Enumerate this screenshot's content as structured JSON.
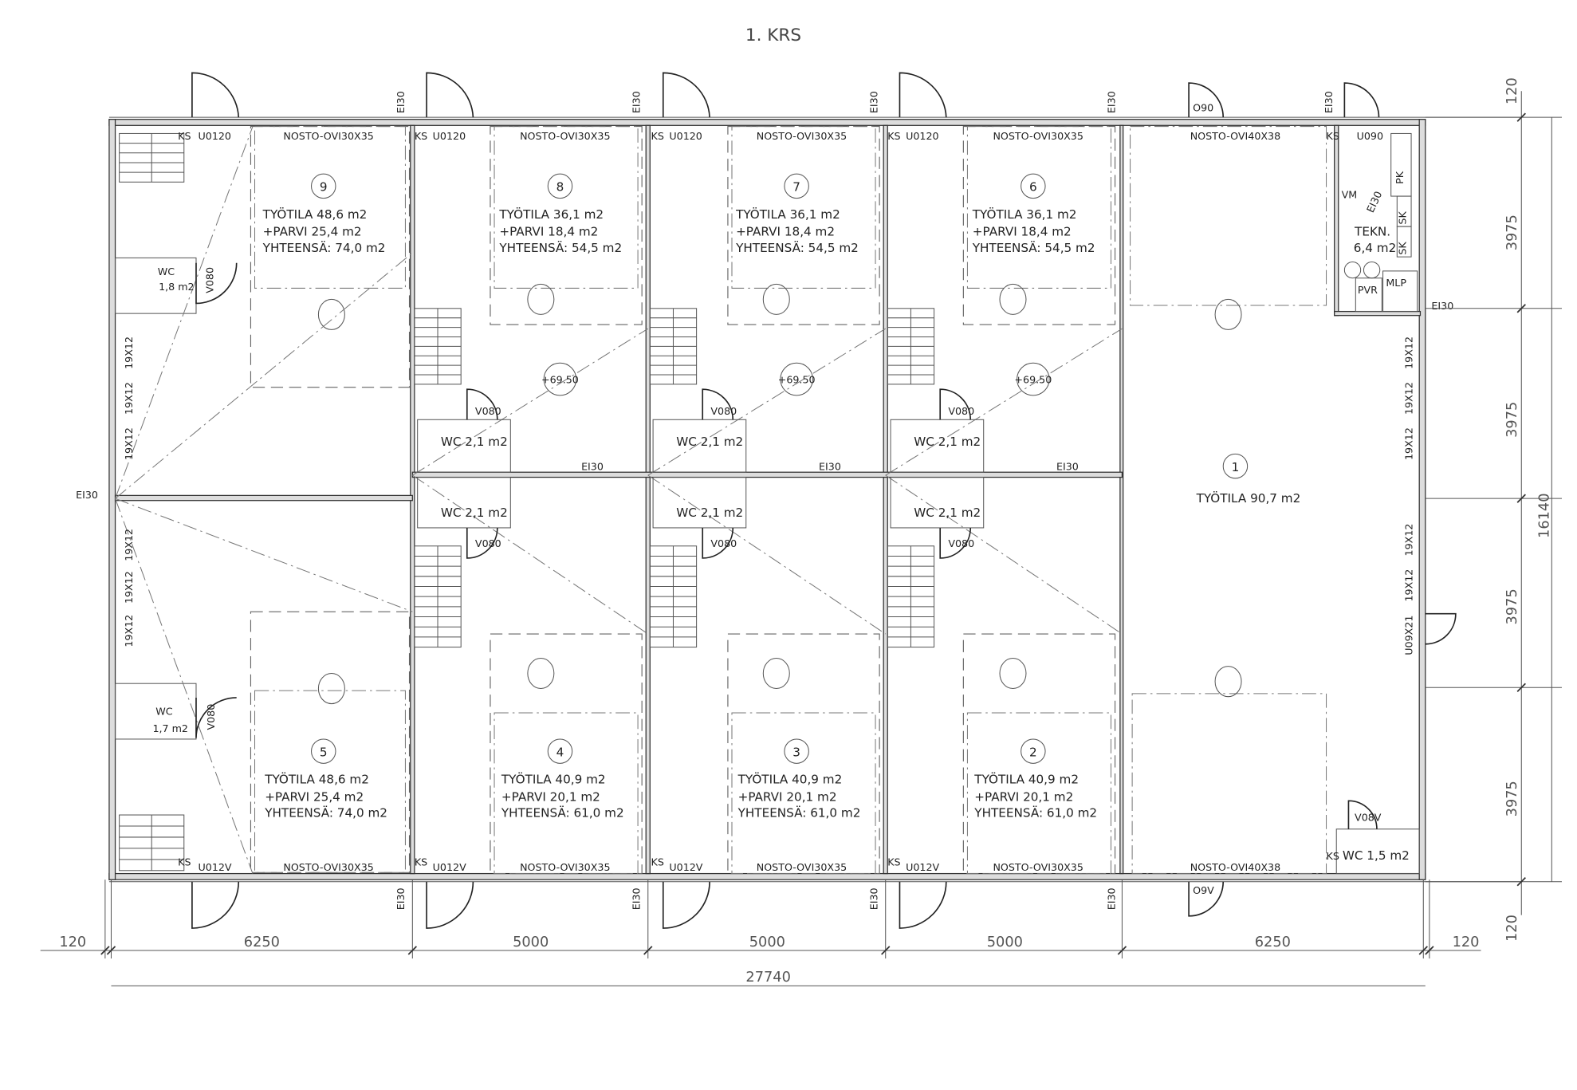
{
  "title": "1. KRS",
  "units": [
    {
      "no": "9",
      "area": "TYÖTILA 48,6 m2",
      "loft": "+PARVI 25,4 m2",
      "total": "YHTEENSÄ: 74,0 m2"
    },
    {
      "no": "8",
      "area": "TYÖTILA 36,1 m2",
      "loft": "+PARVI 18,4 m2",
      "total": "YHTEENSÄ: 54,5 m2"
    },
    {
      "no": "7",
      "area": "TYÖTILA 36,1 m2",
      "loft": "+PARVI 18,4 m2",
      "total": "YHTEENSÄ: 54,5 m2"
    },
    {
      "no": "6",
      "area": "TYÖTILA 36,1 m2",
      "loft": "+PARVI 18,4 m2",
      "total": "YHTEENSÄ: 54,5 m2"
    },
    {
      "no": "5",
      "area": "TYÖTILA 48,6 m2",
      "loft": "+PARVI 25,4 m2",
      "total": "YHTEENSÄ: 74,0 m2"
    },
    {
      "no": "4",
      "area": "TYÖTILA 40,9 m2",
      "loft": "+PARVI 20,1 m2",
      "total": "YHTEENSÄ: 61,0 m2"
    },
    {
      "no": "3",
      "area": "TYÖTILA 40,9 m2",
      "loft": "+PARVI 20,1 m2",
      "total": "YHTEENSÄ: 61,0 m2"
    },
    {
      "no": "2",
      "area": "TYÖTILA 40,9 m2",
      "loft": "+PARVI 20,1 m2",
      "total": "YHTEENSÄ: 61,0 m2"
    },
    {
      "no": "1",
      "area": "TYÖTILA 90,7 m2"
    }
  ],
  "top_doors": [
    "U0120",
    "U0120",
    "U0120",
    "U0120",
    "O90",
    "U090"
  ],
  "bottom_doors": [
    "U012V",
    "U012V",
    "U012V",
    "U012V",
    "O9V",
    "V08V"
  ],
  "lift_doors_top": [
    "NOSTO-OVI30X35",
    "NOSTO-OVI30X35",
    "NOSTO-OVI30X35",
    "NOSTO-OVI30X35",
    "NOSTO-OVI40X38"
  ],
  "lift_doors_bottom": [
    "NOSTO-OVI30X35",
    "NOSTO-OVI30X35",
    "NOSTO-OVI30X35",
    "NOSTO-OVI30X35",
    "NOSTO-OVI40X38"
  ],
  "fire_class": "EI30",
  "window": "19X12",
  "side_door": "U09X21",
  "wc": {
    "label": "WC",
    "left_top_area": "1,8 m2",
    "left_bottom_area": "1,7 m2",
    "mid": "WC 2,1 m2",
    "right": "WC 1,5 m2",
    "door": "V080"
  },
  "elevation": "+69.50",
  "ks": "KS",
  "tech_room": {
    "name": "TEKN.",
    "area": "6,4 m2",
    "vm": "VM",
    "pk": "PK",
    "sk": "SK",
    "pvr": "PVR",
    "mlp": "MLP",
    "ei": "EI30"
  },
  "dimensions": {
    "bottom": [
      "120",
      "6250",
      "5000",
      "5000",
      "5000",
      "6250",
      "120"
    ],
    "overall_width": "27740",
    "right": [
      "120",
      "3975",
      "3975",
      "3975",
      "3975",
      "120"
    ],
    "overall_height": "16140"
  }
}
